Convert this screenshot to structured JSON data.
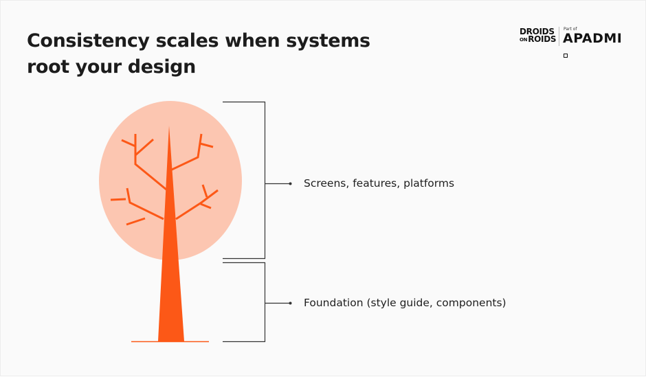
{
  "title_lines": [
    "Consistency scales when systems",
    "root your design"
  ],
  "logo": {
    "droids_line1": "DROIDS",
    "droids_on": "ON",
    "droids_line2": "ROIDS",
    "part_of": "Part of",
    "apadmi": "APADMI"
  },
  "labels": {
    "upper": "Screens, features, platforms",
    "lower": "Foundation (style guide, components)"
  },
  "colors": {
    "canopy": "#fcc6b1",
    "trunk": "#fc5817",
    "lines": "#333333",
    "background": "#fafafa"
  }
}
